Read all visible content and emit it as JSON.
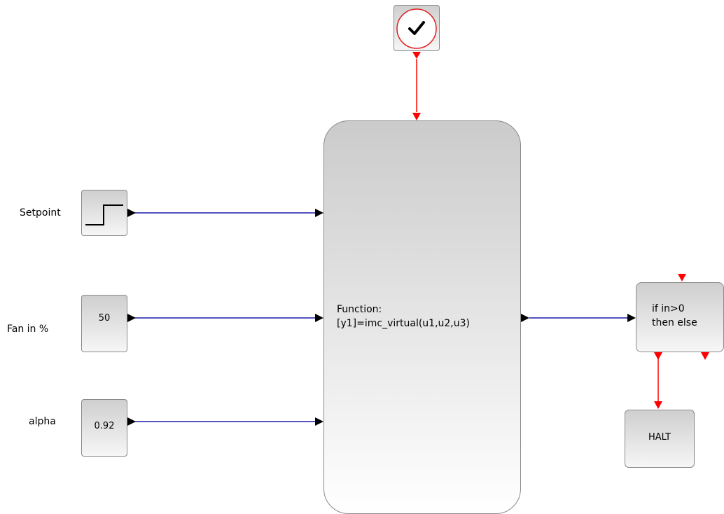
{
  "blocks": {
    "clock": {
      "icon": "clock-icon"
    },
    "setpoint": {
      "label": "Setpoint",
      "icon": "step-icon"
    },
    "fan": {
      "label": "Fan in %",
      "value": "50"
    },
    "alpha": {
      "label": "alpha",
      "value": "0.92"
    },
    "function": {
      "line1": "Function:",
      "line2": "[y1]=imc_virtual(u1,u2,u3)"
    },
    "ifthenelse": {
      "line1": "if in>0",
      "line2": "then else"
    },
    "halt": {
      "label": "HALT"
    }
  },
  "colors": {
    "data_link": "#1a1aa8",
    "event_link": "#ff0000",
    "port": "#000000"
  }
}
